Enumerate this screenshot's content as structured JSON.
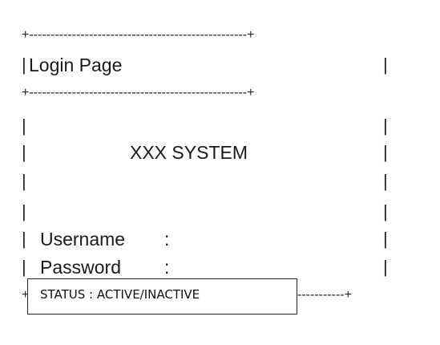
{
  "border": {
    "top_line": "+---------------------------------------------------+",
    "mid_line": "+---------------------------------------------------+",
    "bottom_tail": "-----------+",
    "bottom_left_char": "+",
    "pipe_char": "|"
  },
  "window": {
    "title": "Login Page"
  },
  "main": {
    "system_name": "XXX SYSTEM",
    "username_label": "Username",
    "password_label": "Password",
    "separator": ":"
  },
  "status": {
    "text": "STATUS : ACTIVE/INACTIVE"
  }
}
